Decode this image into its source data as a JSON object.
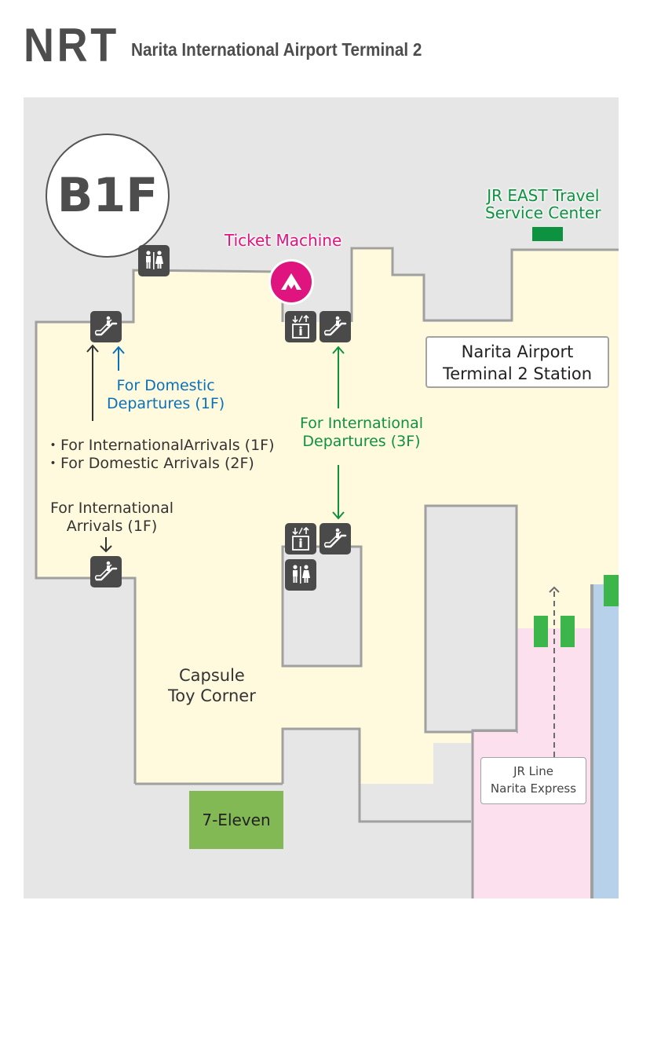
{
  "header": {
    "code": "NRT",
    "name": "Narita International Airport Terminal 2"
  },
  "map": {
    "floor": "B1F",
    "colors": {
      "background": "#e6e6e6",
      "concourse": "#fff9dd",
      "wall": "#a0a0a0",
      "platform": "#fde0ee",
      "track": "#b8d1ea",
      "gate": "#3cb54a",
      "store": "#82b955",
      "ticket": "#e0147e",
      "jr_green": "#0d9340",
      "domestic_blue": "#0a71b9",
      "icon_bg": "#4a4a4a"
    },
    "labels": {
      "ticket_machine": "Ticket Machine",
      "jr_east_line1": "JR EAST Travel",
      "jr_east_line2": "Service Center",
      "station_line1": "Narita Airport",
      "station_line2": "Terminal 2 Station",
      "domestic_dep_line1": "For Domestic",
      "domestic_dep_line2": "Departures (1F)",
      "intl_dep_line1": "For International",
      "intl_dep_line2": "Departures (3F)",
      "arrivals_bullet1": "・For InternationalArrivals (1F)",
      "arrivals_bullet2": "・For Domestic Arrivals (2F)",
      "intl_arr_line1": "For International",
      "intl_arr_line2": "Arrivals (1F)",
      "capsule_line1": "Capsule",
      "capsule_line2": "Toy Corner",
      "seven_eleven": "7-Eleven",
      "jr_line_line1": "JR Line",
      "jr_line_line2": "Narita Express"
    },
    "icons": [
      {
        "type": "restroom-icon"
      },
      {
        "type": "ticket-machine-icon"
      },
      {
        "type": "escalator-icon"
      },
      {
        "type": "elevator-icon"
      }
    ]
  }
}
